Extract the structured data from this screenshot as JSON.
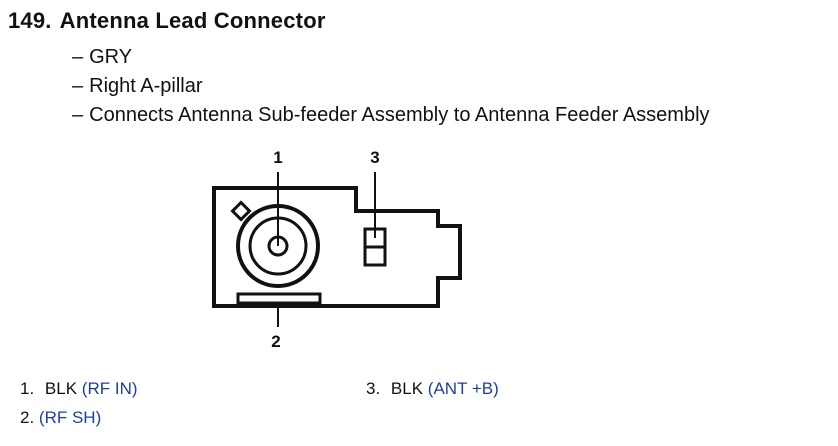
{
  "connector": {
    "number": "149.",
    "title": "Antenna Lead Connector",
    "details": [
      "GRY",
      "Right A-pillar",
      "Connects Antenna Sub-feeder Assembly to Antenna Feeder Assembly"
    ],
    "dash": "–"
  },
  "diagram": {
    "pin_callouts": [
      "1",
      "2",
      "3"
    ]
  },
  "pins": [
    {
      "label": "1.",
      "wire_color": "BLK",
      "circuit": "(RF IN)"
    },
    {
      "label": "2.",
      "wire_color": "",
      "circuit": "(RF SH)"
    },
    {
      "label": "3.",
      "wire_color": "BLK",
      "circuit": "(ANT +B)"
    }
  ],
  "colors": {
    "text": "#111111",
    "circuit_text": "#1e3fa0",
    "diagram_stroke": "#111111"
  }
}
